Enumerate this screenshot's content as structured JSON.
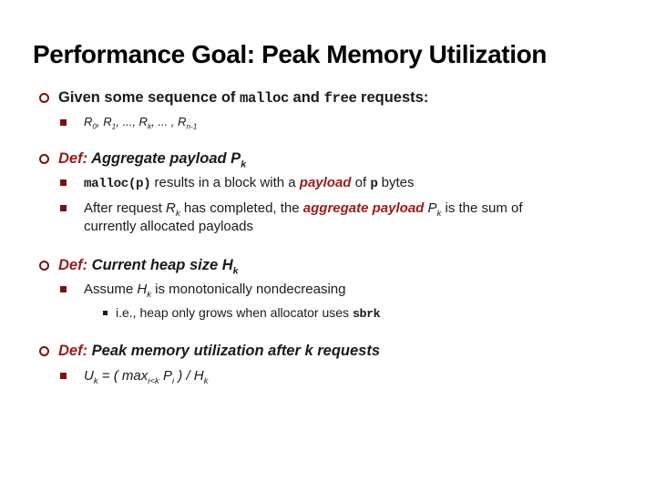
{
  "slide": {
    "title": "Performance Goal: Peak Memory Utilization",
    "colors": {
      "accent_red": "#9b1b1b",
      "bullet_red": "#7a1212",
      "text": "#1a1a1a",
      "background": "#ffffff"
    },
    "lines": [
      {
        "level": 1,
        "marker": "circle",
        "segments": [
          {
            "text": "Given some sequence of ",
            "style": "plain"
          },
          {
            "text": "malloc",
            "style": "mono"
          },
          {
            "text": " and ",
            "style": "plain"
          },
          {
            "text": "free",
            "style": "mono"
          },
          {
            "text": " requests:",
            "style": "plain"
          }
        ]
      },
      {
        "level": 2,
        "marker": "square-red",
        "small": true,
        "segments": [
          {
            "text": "R",
            "style": "i"
          },
          {
            "text": "0",
            "style": "i",
            "sub": true
          },
          {
            "text": ", R",
            "style": "i"
          },
          {
            "text": "1",
            "style": "i",
            "sub": true
          },
          {
            "text": ", ..., R",
            "style": "i"
          },
          {
            "text": "k",
            "style": "i",
            "sub": true
          },
          {
            "text": ", ... , R",
            "style": "i"
          },
          {
            "text": "n-1",
            "style": "i",
            "sub": true
          }
        ]
      },
      {
        "level": 1,
        "marker": "circle",
        "segments": [
          {
            "text": "Def: ",
            "style": "rbi"
          },
          {
            "text": "Aggregate payload P",
            "style": "bi"
          },
          {
            "text": "k",
            "style": "bi",
            "sub": true
          }
        ]
      },
      {
        "level": 2,
        "marker": "square-red",
        "segments": [
          {
            "text": "malloc(p)",
            "style": "mono"
          },
          {
            "text": " results in a block with a ",
            "style": "plain"
          },
          {
            "text": "payload",
            "style": "rbi"
          },
          {
            "text": " of ",
            "style": "plain"
          },
          {
            "text": "p",
            "style": "mono"
          },
          {
            "text": " bytes",
            "style": "plain"
          }
        ]
      },
      {
        "level": 2,
        "marker": "square-red",
        "segments": [
          {
            "text": "After request ",
            "style": "plain"
          },
          {
            "text": "R",
            "style": "i"
          },
          {
            "text": "k",
            "style": "i",
            "sub": true
          },
          {
            "text": " has completed, the ",
            "style": "plain"
          },
          {
            "text": "aggregate payload ",
            "style": "rbi"
          },
          {
            "text": "P",
            "style": "i"
          },
          {
            "text": "k",
            "style": "i",
            "sub": true
          },
          {
            "text": " is the sum of",
            "style": "plain"
          },
          {
            "br": true
          },
          {
            "text": "currently allocated payloads",
            "style": "plain"
          }
        ]
      },
      {
        "level": 1,
        "marker": "circle",
        "segments": [
          {
            "text": "Def: ",
            "style": "rbi"
          },
          {
            "text": "Current heap size H",
            "style": "bi"
          },
          {
            "text": "k",
            "style": "bi",
            "sub": true
          }
        ]
      },
      {
        "level": 2,
        "marker": "square-red",
        "segments": [
          {
            "text": "Assume ",
            "style": "plain"
          },
          {
            "text": "H",
            "style": "i"
          },
          {
            "text": "k",
            "style": "i",
            "sub": true
          },
          {
            "text": " is monotonically nondecreasing",
            "style": "plain"
          }
        ]
      },
      {
        "level": 3,
        "marker": "square-black",
        "segments": [
          {
            "text": "i.e., heap only grows when allocator uses ",
            "style": "plain"
          },
          {
            "text": "sbrk",
            "style": "mono"
          }
        ]
      },
      {
        "level": 1,
        "marker": "circle",
        "segments": [
          {
            "text": "Def: ",
            "style": "rbi"
          },
          {
            "text": "Peak memory utilization after k requests",
            "style": "bi"
          }
        ]
      },
      {
        "level": 2,
        "marker": "square-red",
        "segments": [
          {
            "text": "U",
            "style": "i"
          },
          {
            "text": "k",
            "style": "i",
            "sub": true
          },
          {
            "text": " = ( max",
            "style": "i"
          },
          {
            "text": "i<k",
            "style": "i",
            "sub": true
          },
          {
            "text": " P",
            "style": "i"
          },
          {
            "text": "i",
            "style": "i",
            "sub": true
          },
          {
            "text": " ) / H",
            "style": "i"
          },
          {
            "text": "k",
            "style": "i",
            "sub": true
          }
        ]
      }
    ]
  }
}
